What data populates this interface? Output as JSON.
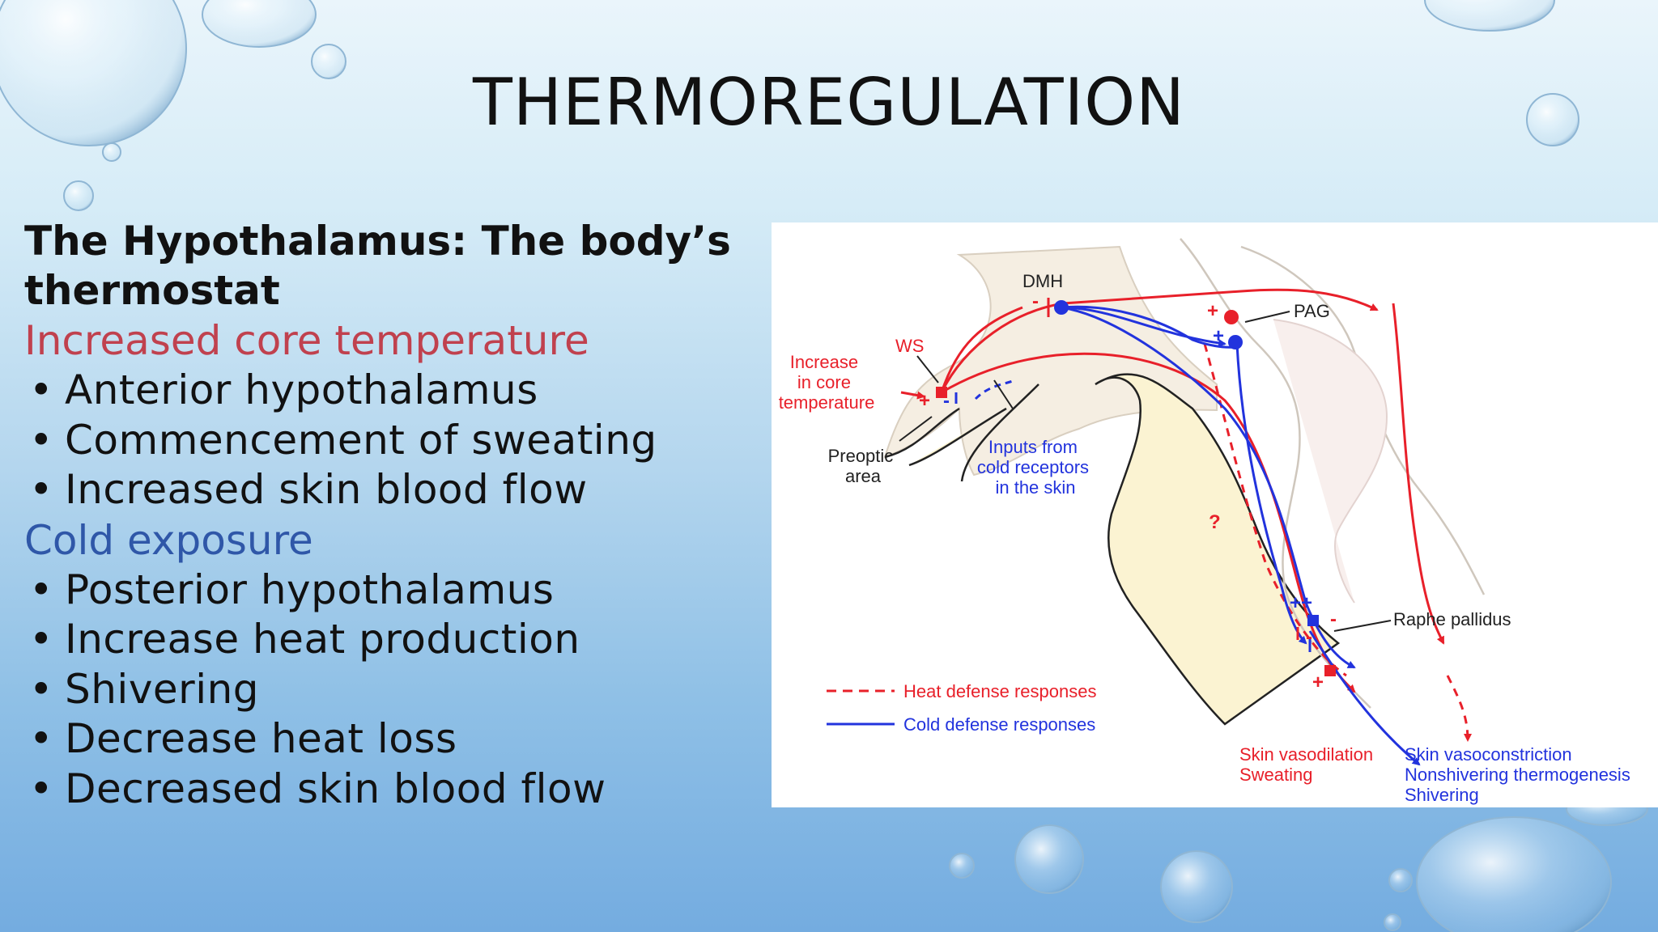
{
  "slide": {
    "title": "THERMOREGULATION"
  },
  "left": {
    "heading": "The Hypothalamus: The body’s thermostat",
    "heat_heading": "Increased core temperature",
    "heat_items": [
      "Anterior hypothalamus",
      "Commencement of sweating",
      "Increased skin blood flow"
    ],
    "cold_heading": "Cold exposure",
    "cold_items": [
      "Posterior hypothalamus",
      "Increase heat production",
      "Shivering",
      "Decrease heat loss",
      "Decreased skin blood flow"
    ],
    "bullet": "•"
  },
  "diagram": {
    "labels": {
      "dmh": "DMH",
      "pag": "PAG",
      "ws": "WS",
      "increase_core": [
        "Increase",
        "in core",
        "temperature"
      ],
      "preoptic": [
        "Preoptic",
        "area"
      ],
      "inputs_cold": [
        "Inputs from",
        "cold receptors",
        "in the skin"
      ],
      "raphe": "Raphe pallidus",
      "question": "?",
      "legend_heat": "Heat defense responses",
      "legend_cold": "Cold defense responses",
      "heat_out": [
        "Skin vasodilation",
        "Sweating"
      ],
      "cold_out": [
        "Skin vasoconstriction",
        "Nonshivering thermogenesis",
        "Shivering"
      ]
    },
    "signs": {
      "plus": "+",
      "minus": "-",
      "double_plus": "++"
    },
    "colors": {
      "heat": "#e8202a",
      "cold": "#2233dd",
      "tissue": "#fbf3d2"
    }
  }
}
